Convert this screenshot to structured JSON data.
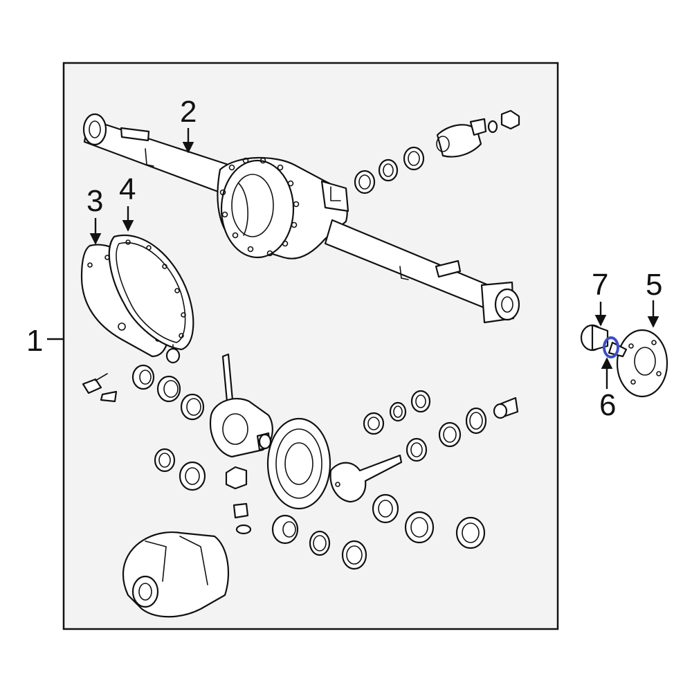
{
  "callouts": {
    "c1": "1",
    "c2": "2",
    "c3": "3",
    "c4": "4",
    "c5": "5",
    "c6": "6",
    "c7": "7"
  },
  "colors": {
    "line": "#111111",
    "box_background": "#f3f3f3",
    "highlight": "#3a4fc4"
  }
}
